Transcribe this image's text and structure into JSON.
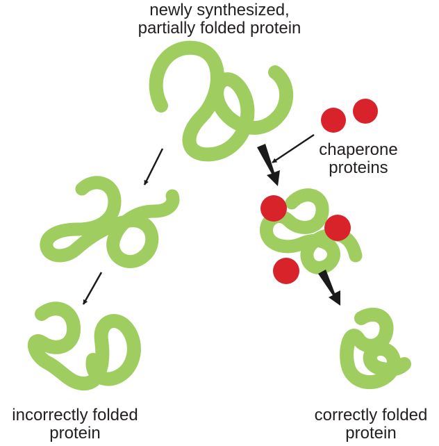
{
  "labels": {
    "newly_synthesized": [
      "newly synthesized,",
      "partially folded protein"
    ],
    "chaperone": [
      "chaperone",
      "proteins"
    ],
    "incorrect": [
      "incorrectly folded",
      "protein"
    ],
    "correct": [
      "correctly folded",
      "protein"
    ]
  },
  "colors": {
    "protein_strand": "#9fcd5f",
    "protein_gap": "#ffffff",
    "chaperone": "#d9232a",
    "arrow": "#1a1a1a"
  }
}
